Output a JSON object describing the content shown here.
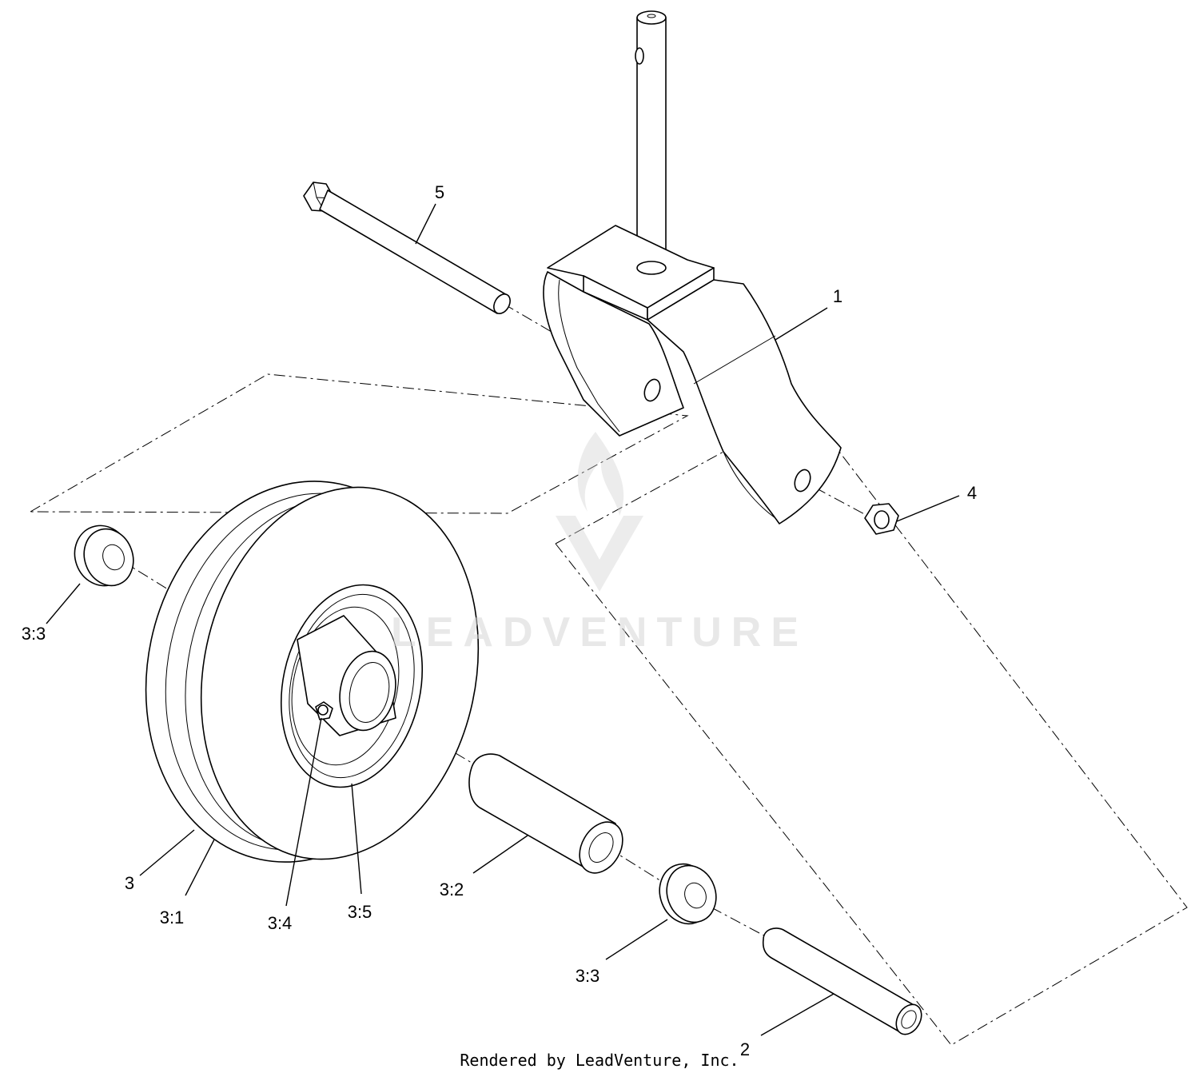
{
  "callouts": {
    "c1": "1",
    "c2": "2",
    "c3": "3",
    "c3_1": "3:1",
    "c3_2": "3:2",
    "c3_3_left": "3:3",
    "c3_3_right": "3:3",
    "c3_4": "3:4",
    "c3_5": "3:5",
    "c4": "4",
    "c5": "5"
  },
  "watermark": {
    "text": "LEADVENTURE"
  },
  "footer": {
    "credit": "Rendered by LeadVenture, Inc."
  },
  "colors": {
    "line": "#000000",
    "background": "#ffffff",
    "watermark": "#d6d6d6"
  }
}
